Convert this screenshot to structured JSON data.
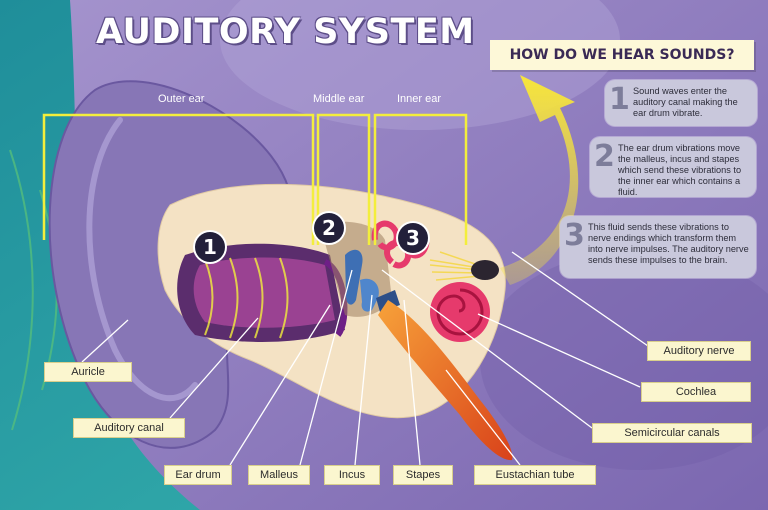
{
  "title": "AUDITORY SYSTEM",
  "question": "HOW DO WE HEAR SOUNDS?",
  "sections": {
    "outer": "Outer ear",
    "middle": "Middle ear",
    "inner": "Inner ear"
  },
  "steps": [
    {
      "number": "1",
      "text": "Sound waves enter the auditory canal making the ear drum vibrate."
    },
    {
      "number": "2",
      "text": "The ear drum vibrations move the malleus, incus and stapes which send these vibrations to the inner ear which contains a fluid."
    },
    {
      "number": "3",
      "text": "This fluid sends these vibrations to nerve endings which transform them into nerve impulses. The auditory nerve sends these impulses to the brain."
    }
  ],
  "badges": [
    "1",
    "2",
    "3"
  ],
  "labels": {
    "auricle": "Auricle",
    "auditory_canal": "Auditory canal",
    "ear_drum": "Ear drum",
    "malleus": "Malleus",
    "incus": "Incus",
    "stapes": "Stapes",
    "eustachian_tube": "Eustachian tube",
    "auditory_nerve": "Auditory nerve",
    "cochlea": "Cochlea",
    "semicircular_canals": "Semicircular canals"
  },
  "colors": {
    "background_teal": "#2a9aa6",
    "background_purple": "#8e7ec0",
    "bracket_yellow": "#f3ee3c",
    "label_fill": "#fbf6cf",
    "cochlea_pink": "#e63a6c",
    "eustachian_orange": "#f07b2a",
    "ossicle_blue": "#3e6fb4",
    "arrow_yellow": "#f5e23a"
  }
}
